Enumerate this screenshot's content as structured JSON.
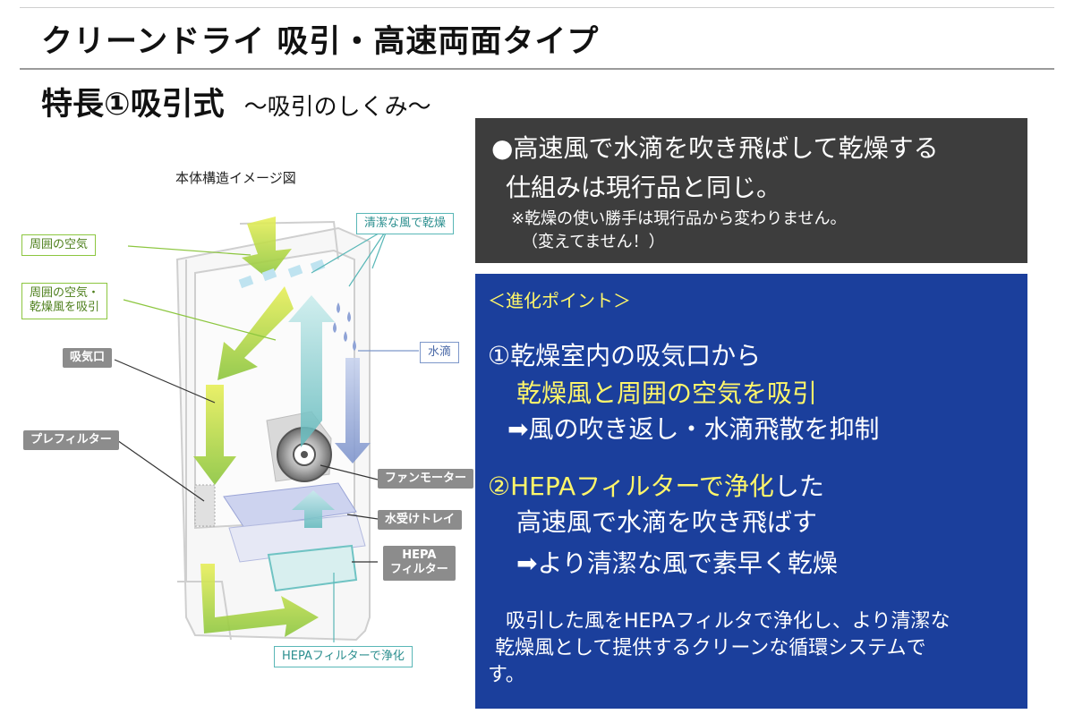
{
  "header": {
    "title": "クリーンドライ 吸引・高速両面タイプ",
    "subtitle_main": "特長①吸引式",
    "subtitle_sub": "～吸引のしくみ～"
  },
  "diagram": {
    "caption": "本体構造イメージ図",
    "callouts": {
      "surrounding_air": "周囲の空気",
      "suction_line1": "周囲の空気・",
      "suction_line2": "乾燥風を吸引",
      "intake": "吸気口",
      "prefilter": "プレフィルター",
      "clean_air": "清潔な風で乾燥",
      "water_drops": "水滴",
      "fan_motor": "ファンモーター",
      "water_tray": "水受けトレイ",
      "hepa_line1": "HEPA",
      "hepa_line2": "フィルター",
      "hepa_purify": "HEPAフィルターで浄化"
    }
  },
  "gray_panel": {
    "line1": "●高速風で水滴を吹き飛ばして乾燥する",
    "line2": "仕組みは現行品と同じ。",
    "note1": "※乾燥の使い勝手は現行品から変わりません。",
    "note2": "（変えてません！）"
  },
  "blue_panel": {
    "heading": "＜進化ポイント＞",
    "p1_line1": "①乾燥室内の吸気口から",
    "p1_line2": "乾燥風と周囲の空気を吸引",
    "p1_line3": "➡風の吹き返し・水滴飛散を抑制",
    "p2_highlight": "②HEPAフィルターで浄化",
    "p2_rest": "した",
    "p2_line2": "高速風で水滴を吹き飛ばす",
    "p2_line3": "➡より清潔な風で素早く乾燥",
    "summary_line1": "吸引した風をHEPAフィルタで浄化し、より清潔な",
    "summary_line2": "乾燥風として提供するクリーンな循環システムで",
    "summary_line3": "す。"
  },
  "colors": {
    "blue_panel_bg": "#1b3f9c",
    "gray_panel_bg": "#3d3d3d",
    "highlight": "#fff66a",
    "arrow_green": "#8cc63f",
    "arrow_teal": "#6fc3c3",
    "arrow_blue": "#7f95cc"
  },
  "icons": [
    "bullet-dot-icon",
    "right-arrow-icon",
    "water-drop-icon",
    "fan-motor-icon"
  ]
}
